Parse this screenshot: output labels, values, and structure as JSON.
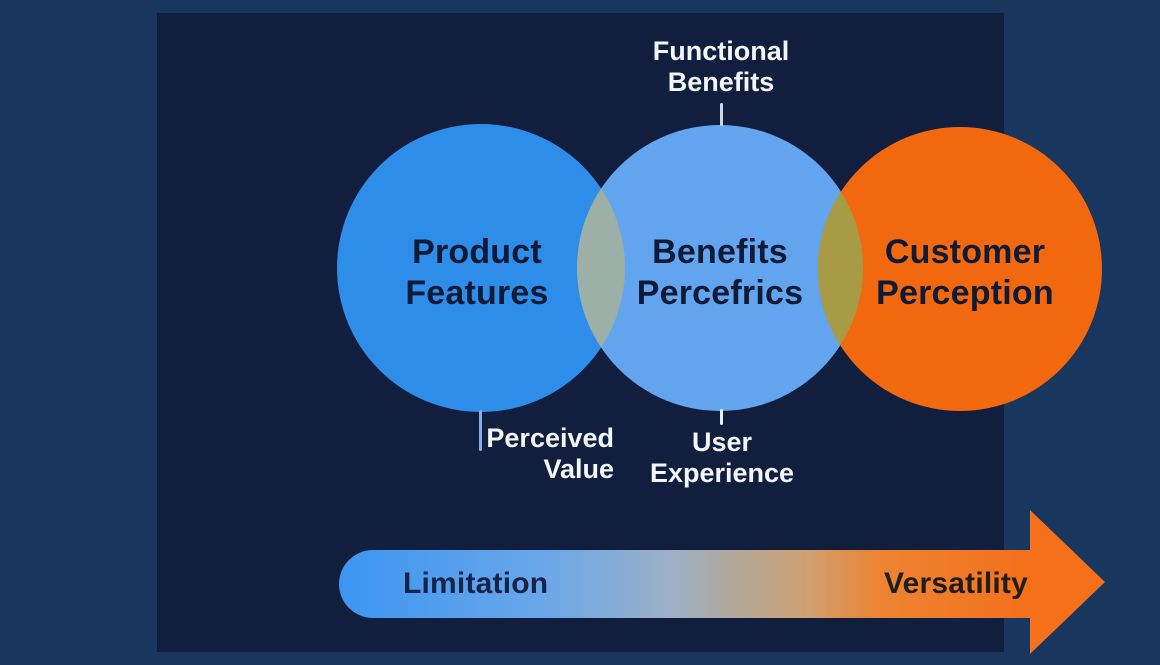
{
  "colors": {
    "background_outer": "#18365e",
    "background_panel": "#111e3e",
    "circle_product": "#2e8de9",
    "circle_benefits": "#62a5ee",
    "circle_customer": "#f2680f",
    "overlap_product_benefits": "#9cb0a7",
    "overlap_benefits_customer": "#a79b45",
    "circle_text": "#0e1a36",
    "annotation_text": "#f3f6fa",
    "arrow_gradient_start": "#3c95f1",
    "arrow_gradient_end": "#f4701a"
  },
  "venn": {
    "circles": [
      {
        "name": "product-features",
        "label": "Product\nFeatures"
      },
      {
        "name": "benefits-percefrics",
        "label": "Benefits\nPercefrics"
      },
      {
        "name": "customer-perception",
        "label": "Customer\nPerception"
      }
    ],
    "annotations": [
      {
        "name": "functional-benefits",
        "label": "Functional\nBenefits"
      },
      {
        "name": "perceived-value",
        "label": "Perceived\nValue"
      },
      {
        "name": "user-experience",
        "label": "User\nExperience"
      }
    ]
  },
  "arrow": {
    "left_label": "Limitation",
    "right_label": "Versatility"
  }
}
